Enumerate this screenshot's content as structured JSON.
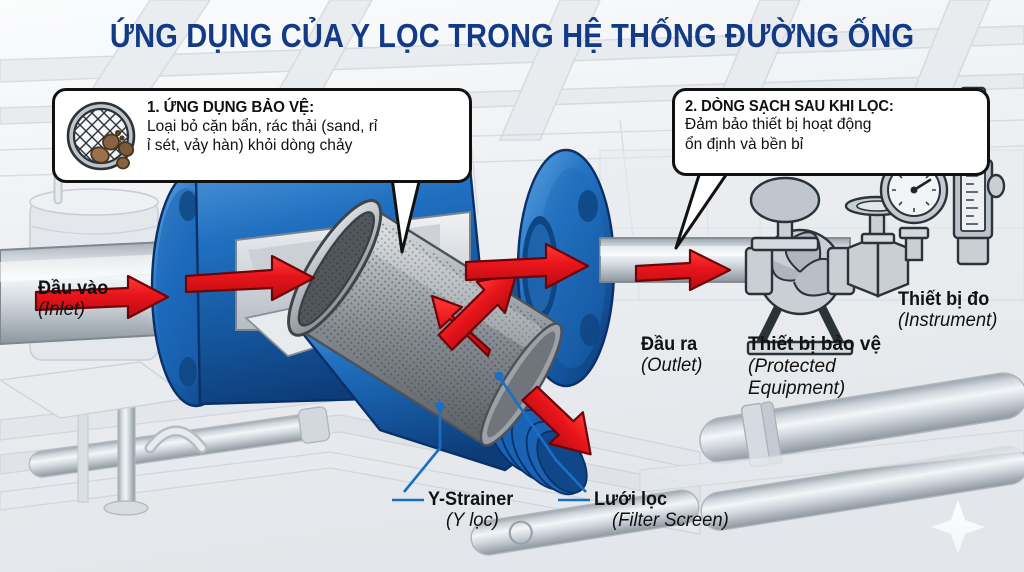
{
  "title": "ỨNG DỤNG CỦA Y LỌC TRONG HỆ THỐNG ĐƯỜNG ỐNG",
  "colors": {
    "title_blue": "#123a86",
    "valve_blue": "#1b63b5",
    "valve_blue_dark": "#10407e",
    "arrow_red": "#e8151b",
    "leader_blue": "#1a6fc4",
    "metal_light": "#dfe3e8",
    "metal_mid": "#b9bfc7",
    "background": "#eef0f3",
    "debris_brown": "#8a6440"
  },
  "callouts": [
    {
      "id": "callout-1",
      "icon": "filter-mesh-icon",
      "heading": "1. ỨNG DỤNG BẢO VỆ:",
      "lines": [
        "Loại bỏ cặn bẩn, rác thải (sand, rỉ",
        "ỉ sét, vảy hàn) khỏi dòng chảy"
      ]
    },
    {
      "id": "callout-2",
      "heading": "2. DÒNG SẠCH SAU KHI LỌC:",
      "lines": [
        "Đảm bảo thiết bị hoạt động",
        "ổn định và bền bỉ"
      ]
    }
  ],
  "labels": {
    "inlet": {
      "vn": "Đầu vào",
      "en": "(Inlet)"
    },
    "outlet": {
      "vn": "Đầu ra",
      "en": "(Outlet)"
    },
    "protected": {
      "vn": "Thiết bị bảo vệ ",
      "en": "(Protected Equipment)"
    },
    "instrument": {
      "vn": "Thiết bị đo",
      "en": "(Instrument)"
    },
    "ystrainer": {
      "vn": "Y-Strainer",
      "en": "(Y lọc)"
    },
    "screen": {
      "vn": "Lưới lọc",
      "en": "(Filter Screen)"
    }
  },
  "scene": {
    "flow_arrows": 6,
    "equipment": [
      "centrifugal-pump",
      "gate-valve",
      "pressure-gauge",
      "flow-meter"
    ],
    "strainer_parts": [
      "inlet-flange",
      "body",
      "outlet-flange",
      "screen-basket",
      "blowdown-cap"
    ]
  }
}
